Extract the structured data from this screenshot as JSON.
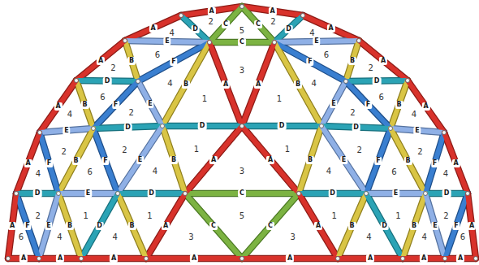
{
  "diagram": {
    "labels": [
      "C",
      "C",
      "A",
      "A",
      "C",
      "C",
      "D",
      "D",
      "A",
      "A",
      "E",
      "E",
      "B",
      "B",
      "F",
      "F",
      "A",
      "A",
      "D",
      "D",
      "B",
      "B",
      "A",
      "A",
      "E",
      "E",
      "B",
      "B",
      "F",
      "F",
      "D",
      "D",
      "D",
      "D",
      "A",
      "A",
      "E",
      "E",
      "A",
      "A",
      "B",
      "B",
      "E",
      "E",
      "F",
      "F",
      "D",
      "D",
      "B",
      "B",
      "E",
      "E",
      "F",
      "F",
      "A",
      "A",
      "D",
      "D",
      "C",
      "C",
      "A",
      "A",
      "B",
      "B",
      "D",
      "D",
      "B",
      "B",
      "E",
      "E",
      "F",
      "F",
      "A",
      "A",
      "A",
      "A",
      "A",
      "A",
      "A",
      "A",
      "A",
      "A",
      "5",
      "3",
      "3",
      "5",
      "2",
      "2",
      "4",
      "4",
      "6",
      "6",
      "2",
      "2",
      "4",
      "4",
      "1",
      "1",
      "6",
      "6",
      "2",
      "2",
      "4",
      "4",
      "1",
      "1",
      "4",
      "4",
      "2",
      "2",
      "6",
      "6",
      "2",
      "2",
      "4",
      "4",
      "3",
      "3",
      "1",
      "1",
      "4",
      "4",
      "1",
      "1",
      "4",
      "4",
      "2",
      "2",
      "6",
      "6"
    ]
  }
}
